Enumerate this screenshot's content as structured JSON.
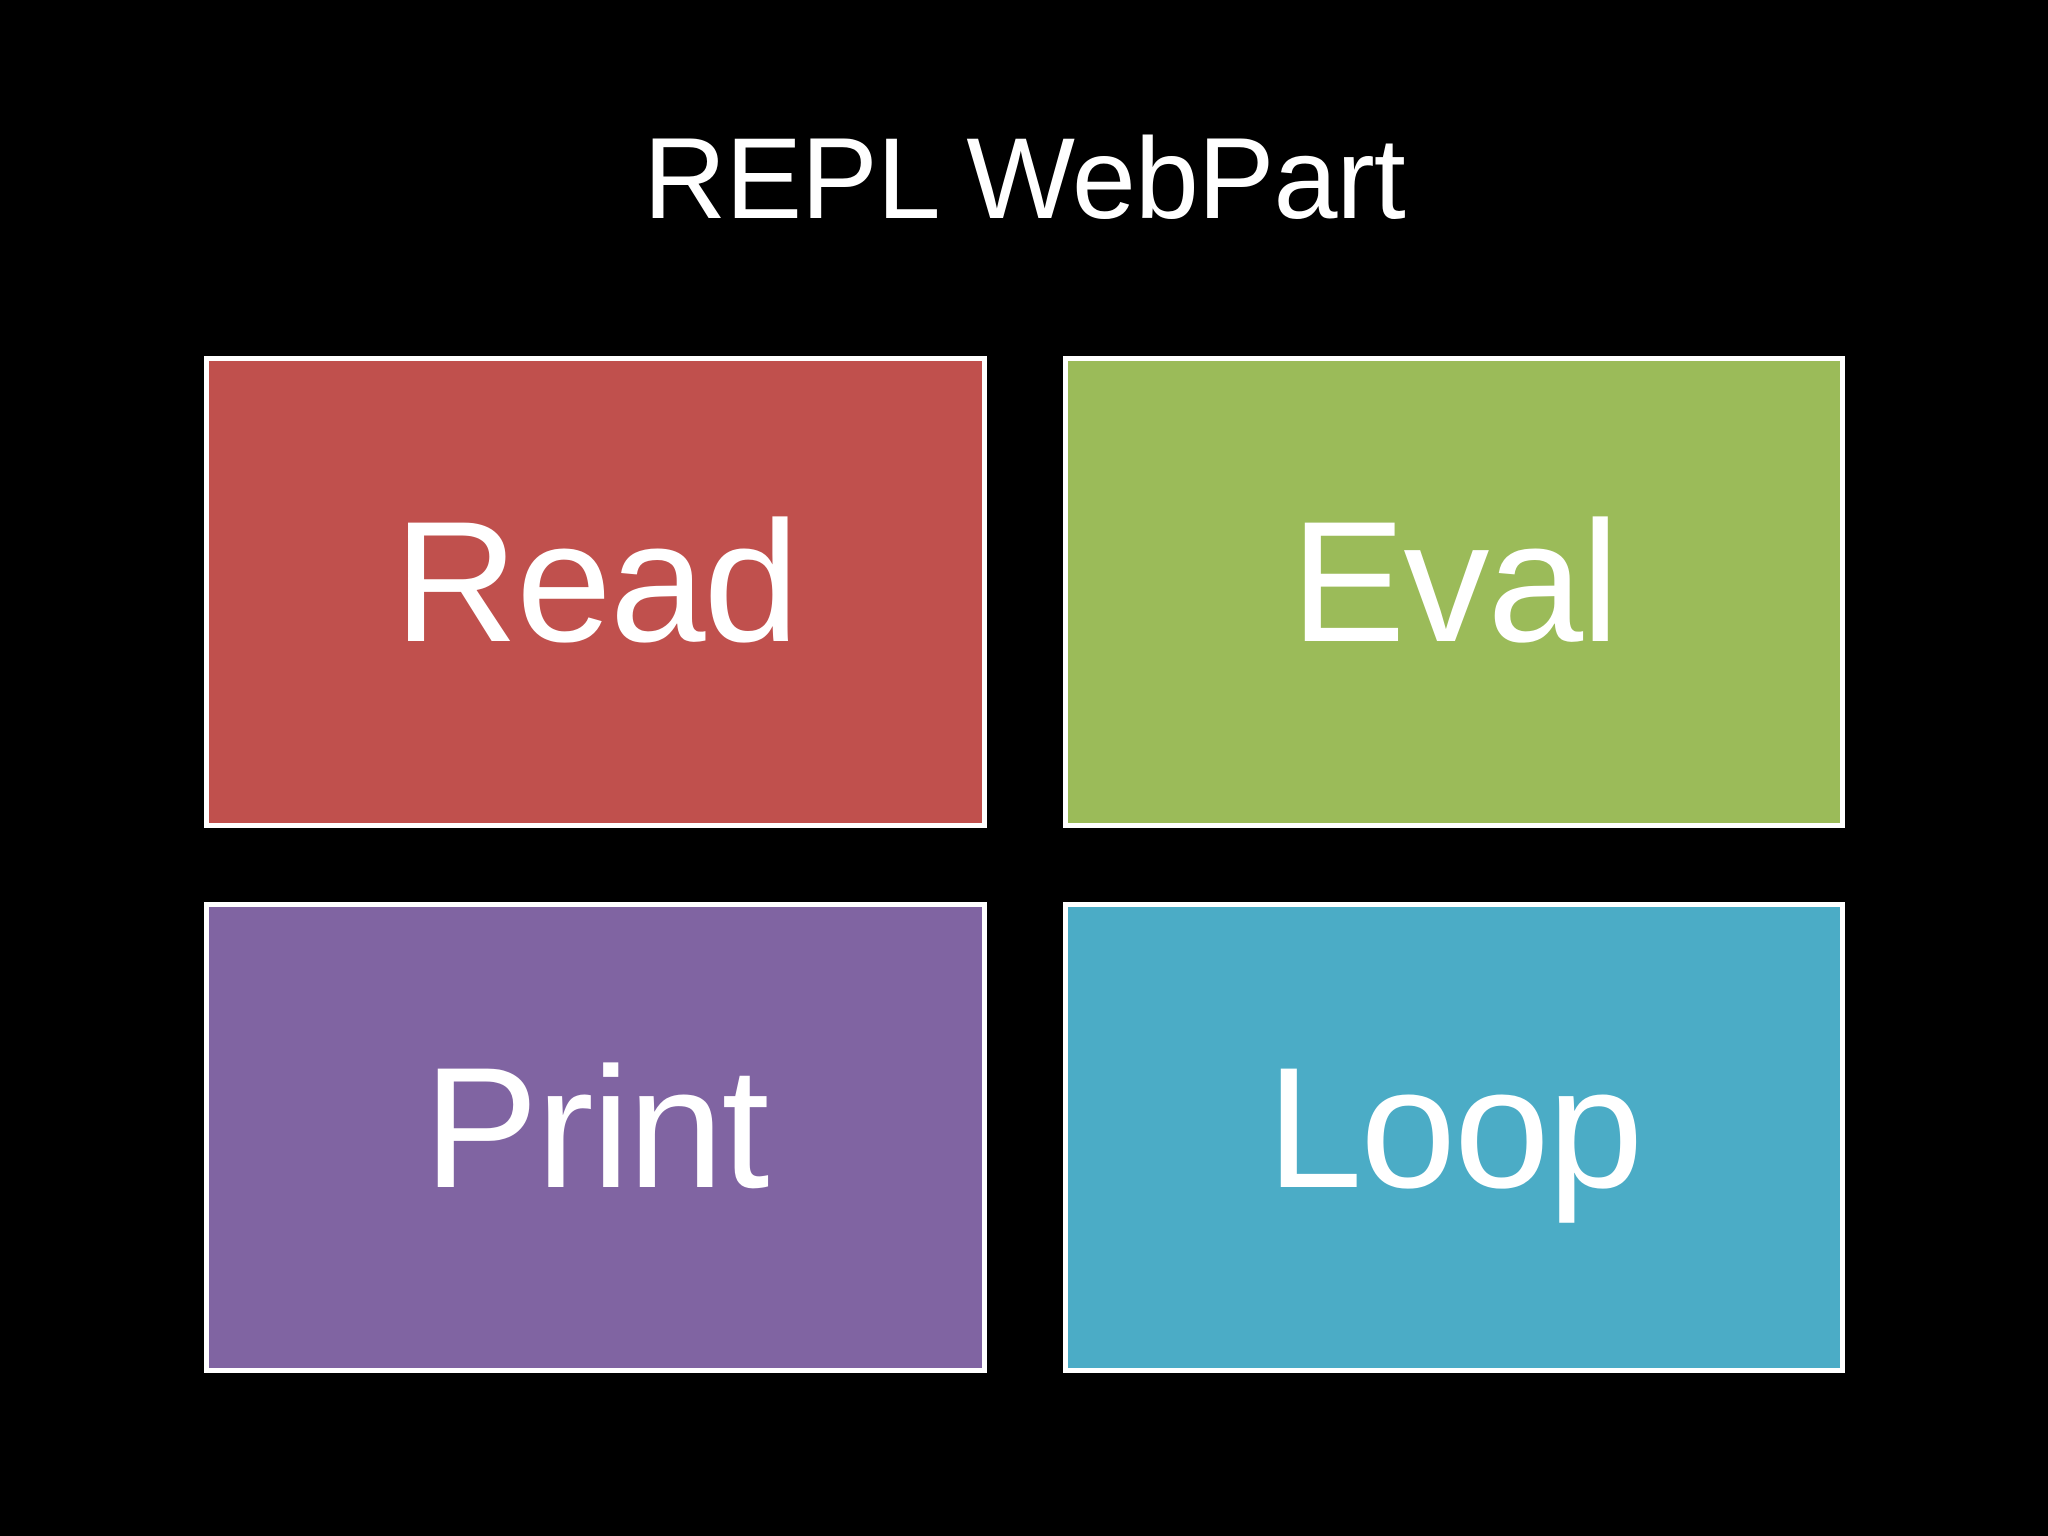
{
  "slide": {
    "title": "REPL WebPart",
    "background_color": "#000000",
    "text_color": "#FFFFFF",
    "box_border_color": "#FFFFFF"
  },
  "boxes": [
    {
      "label": "Read",
      "color": "#C0504D"
    },
    {
      "label": "Eval",
      "color": "#9BBB59"
    },
    {
      "label": "Print",
      "color": "#8064A2"
    },
    {
      "label": "Loop",
      "color": "#4BACC6"
    }
  ]
}
